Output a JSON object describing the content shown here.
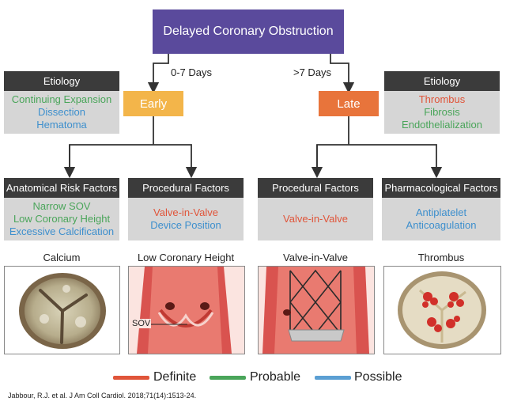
{
  "title": "Delayed Coronary Obstruction",
  "early": {
    "label": "Early",
    "days": "0-7 Days"
  },
  "late": {
    "label": "Late",
    "days": ">7 Days"
  },
  "etiology_left": {
    "header": "Etiology",
    "items": [
      "Continuing Expansion",
      "Dissection",
      "Hematoma"
    ]
  },
  "etiology_right": {
    "header": "Etiology",
    "items": [
      "Thrombus",
      "Fibrosis",
      "Endothelialization"
    ]
  },
  "panels": [
    {
      "header": "Anatomical Risk Factors",
      "items": [
        "Narrow SOV",
        "Low Coronary Height",
        "Excessive Calcification"
      ]
    },
    {
      "header": "Procedural Factors",
      "items": [
        "Valve-in-Valve",
        "Device Position"
      ]
    },
    {
      "header": "Procedural Factors",
      "items": [
        "Valve-in-Valve"
      ]
    },
    {
      "header": "Pharmacological Factors",
      "items": [
        "Antiplatelet",
        "Anticoagulation"
      ]
    }
  ],
  "images": [
    {
      "label": "Calcium"
    },
    {
      "label": "Low Coronary Height",
      "annotation": "SOV"
    },
    {
      "label": "Valve-in-Valve"
    },
    {
      "label": "Thrombus"
    }
  ],
  "legend": [
    {
      "label": "Definite",
      "color": "#e0553a"
    },
    {
      "label": "Probable",
      "color": "#4aa55a"
    },
    {
      "label": "Possible",
      "color": "#5b9fd3"
    }
  ],
  "citation": "Jabbour, R.J. et al. J Am Coll Cardiol. 2018;71(14):1513-24."
}
